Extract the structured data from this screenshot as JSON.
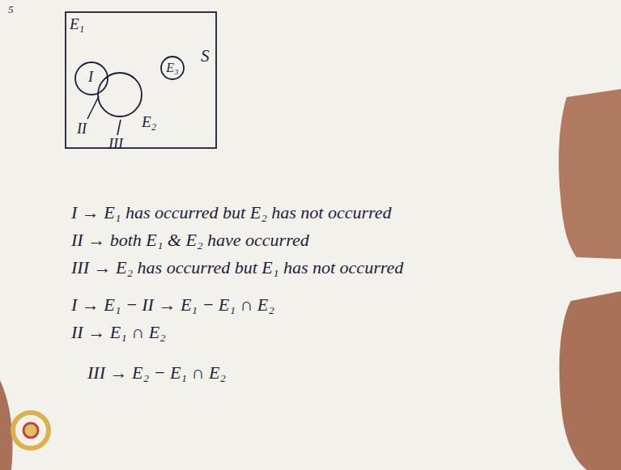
{
  "diagram": {
    "nodes": [
      {
        "text": [
          "S"
        ]
      },
      {
        "text": [
          "E₁"
        ],
        "in": 0
      },
      {
        "text": [
          "E₂"
        ],
        "in": 0
      },
      {
        "text": [
          "E₃"
        ],
        "in": 0
      }
    ],
    "labels": [
      "5",
      "I",
      "II",
      "III",
      "I → E₁ has occurred but E₂ has not occurred",
      "II → both E₁ & E₂ have occurred",
      "III → E₂ has occurred but E₁ has not occurred",
      "I → E₁ − II → E₁ − E₁ ∩ E₂",
      "II → E₁ ∩ E₂",
      "III → E₂ − E₁ ∩ E₂"
    ]
  }
}
